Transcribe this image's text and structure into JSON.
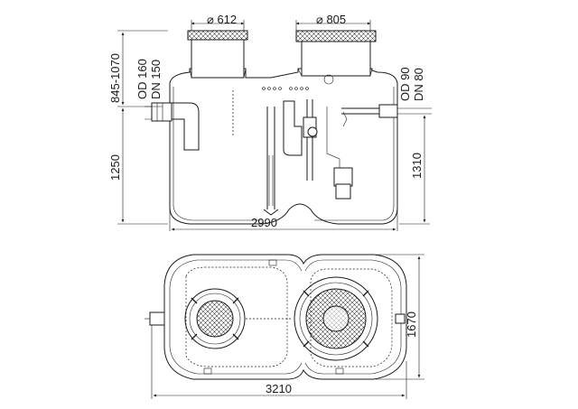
{
  "dimensions": {
    "side_view": {
      "cover_left_diameter": "⌀ 612",
      "cover_right_diameter": "⌀ 805",
      "neck_height": "845-1070",
      "tank_height_left": "1250",
      "tank_height_right": "1310",
      "length": "2990",
      "inlet_od": "OD 160",
      "inlet_dn": "DN 150",
      "outlet_od": "OD 90",
      "outlet_dn": "DN 80"
    },
    "top_view": {
      "length": "3210",
      "width": "1670"
    }
  }
}
